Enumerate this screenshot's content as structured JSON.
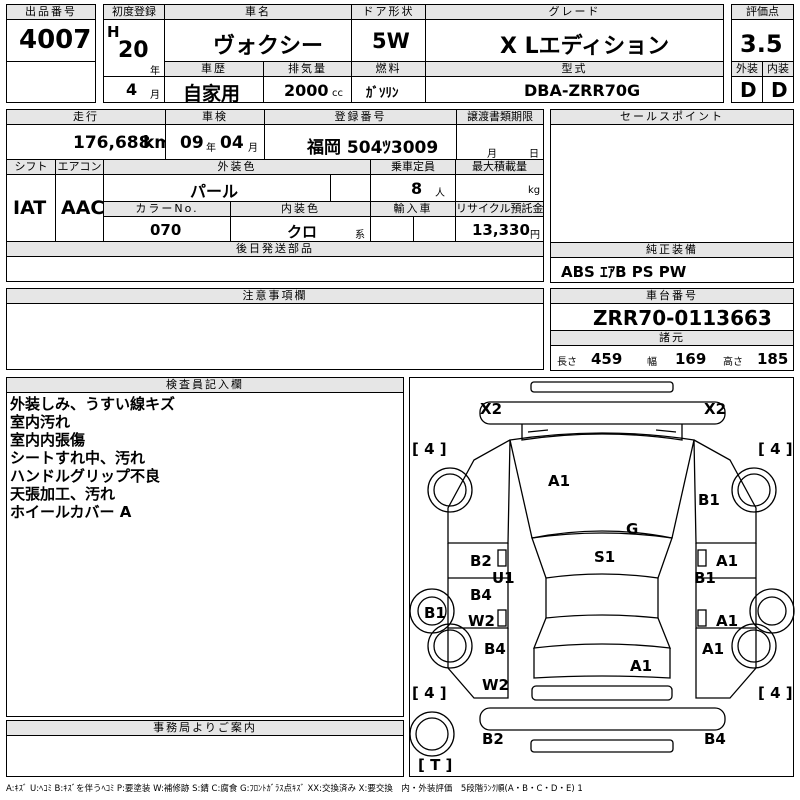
{
  "header": {
    "lot_label": "出品番号",
    "lot": "4007",
    "first_reg_label": "初度登録",
    "era": "H",
    "year": "20",
    "year_unit": "年",
    "month": "4",
    "month_unit": "月",
    "car_name_label": "車名",
    "car_name": "ヴォクシー",
    "door_label": "ドア形状",
    "door": "5W",
    "grade_label": "グレード",
    "grade": "X Lエディション",
    "score_label": "評価点",
    "score": "3.5",
    "history_label": "車歴",
    "history": "自家用",
    "displacement_label": "排気量",
    "displacement": "2000",
    "displacement_unit": "cc",
    "fuel_label": "燃料",
    "fuel": "ｶﾞｿﾘﾝ",
    "model_label": "型式",
    "model": "DBA-ZRR70G",
    "ext_label": "外装",
    "ext": "D",
    "int_label": "内装",
    "int": "D"
  },
  "row2": {
    "mileage_label": "走行",
    "mileage": "176,688",
    "mileage_unit": "km",
    "inspection_label": "車検",
    "insp_year": "09",
    "insp_year_unit": "年",
    "insp_month": "04",
    "insp_month_unit": "月",
    "reg_label": "登録番号",
    "reg": "福岡 504ﾂ3009",
    "transfer_label": "譲渡書類期限",
    "transfer_month": "月",
    "transfer_day": "日",
    "sales_label": "セールスポイント",
    "shift_label": "シフト",
    "shift": "IAT",
    "ac_label": "エアコン",
    "ac": "AAC",
    "color_label": "外装色",
    "color": "パール",
    "capacity_label": "乗車定員",
    "capacity": "8",
    "capacity_unit": "人",
    "load_label": "最大積載量",
    "load_unit": "kg",
    "color_no_label": "カラーNo.",
    "color_no": "070",
    "int_color_label": "内装色",
    "int_color": "クロ",
    "int_color_unit": "系",
    "import_label": "輸入車",
    "recycle_label": "リサイクル預託金",
    "recycle": "13,330",
    "recycle_unit": "円",
    "later_parts_label": "後日発送部品",
    "equipment_label": "純正装備",
    "equipment": "ABS ｴｱB PS PW"
  },
  "notes": {
    "caution_label": "注意事項欄",
    "chassis_label": "車台番号",
    "chassis": "ZRR70-0113663",
    "dims_label": "諸元",
    "length_label": "長さ",
    "length": "459",
    "width_label": "幅",
    "width": "169",
    "height_label": "高さ",
    "height": "185"
  },
  "inspector": {
    "label": "検査員記入欄",
    "lines": [
      "外装しみ、うすい線キズ",
      "室内汚れ",
      "室内内張傷",
      "シートすれ中、汚れ",
      "ハンドルグリップ不良",
      "天張加工、汚れ",
      "ホイールカバー A"
    ]
  },
  "office": {
    "label": "事務局よりご案内"
  },
  "diagram": {
    "marks": {
      "x2_left": "X2",
      "x2_right": "X2",
      "br4_tl": "[ 4 ]",
      "br4_tr": "[ 4 ]",
      "br4_bl": "[ 4 ]",
      "br4_br": "[ 4 ]",
      "brT": "[ T ]",
      "a1_hood": "A1",
      "b1_rf": "B1",
      "g": "G",
      "s1": "S1",
      "b2_ld": "B2",
      "u1": "U1",
      "a1_rd": "A1",
      "b1_rd": "B1",
      "b4_l": "B4",
      "w2_l": "W2",
      "a1_r2": "A1",
      "b1_l": "B1",
      "b4_lr": "B4",
      "a1_rr": "A1",
      "a1_rear": "A1",
      "w2_lr": "W2",
      "b2_bl": "B2",
      "b4_br": "B4"
    }
  },
  "legend": "A:ｷｽﾞ U:ﾍｺﾐ B:ｷｽﾞを伴うﾍｺﾐ P:要塗装 W:補修跡 S:錆 C:腐食 G:ﾌﾛﾝﾄｶﾞﾗｽ点ｷｽﾞ XX:交換済み X:要交換　内・外装評価　5段階ﾗﾝｸ順(A・B・C・D・E) 1"
}
